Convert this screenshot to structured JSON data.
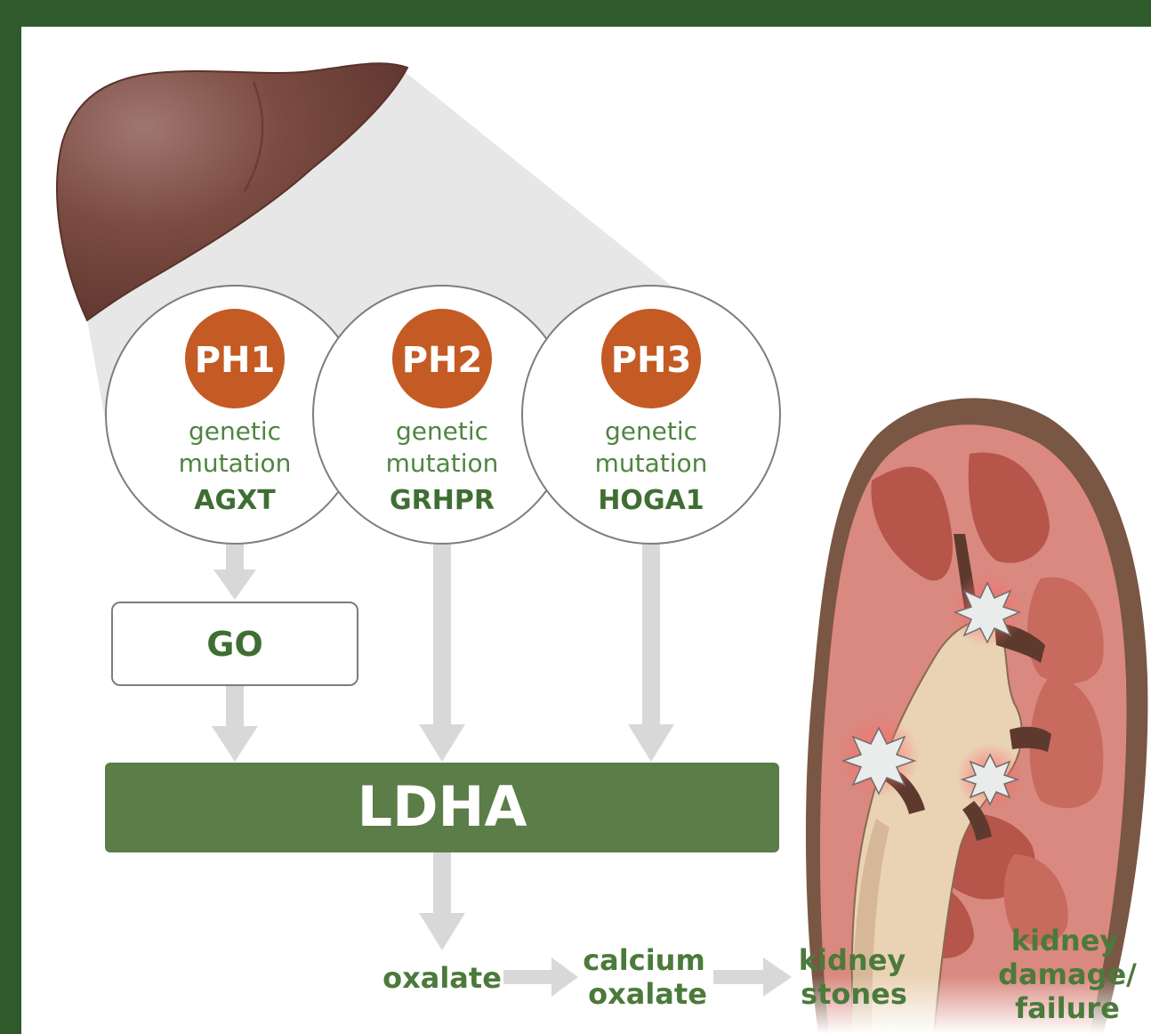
{
  "circles": [
    {
      "badge": "PH1",
      "line1": "genetic",
      "line2": "mutation",
      "gene": "AGXT"
    },
    {
      "badge": "PH2",
      "line1": "genetic",
      "line2": "mutation",
      "gene": "GRHPR"
    },
    {
      "badge": "PH3",
      "line1": "genetic",
      "line2": "mutation",
      "gene": "HOGA1"
    }
  ],
  "go_box": "GO",
  "enzyme_bar": "LDHA",
  "flow": {
    "step1": "oxalate",
    "step2_l1": "calcium",
    "step2_l2": "oxalate",
    "step3_l1": "kidney",
    "step3_l2": "stones",
    "step4_l1": "kidney",
    "step4_l2": "damage/",
    "step4_l3": "failure"
  },
  "colors": {
    "frame_green": "#2f5a2c",
    "bar_green": "#5b7d47",
    "badge_orange": "#c45a24",
    "label_green": "#4f8540",
    "arrow_gray": "#d8d8d8"
  }
}
